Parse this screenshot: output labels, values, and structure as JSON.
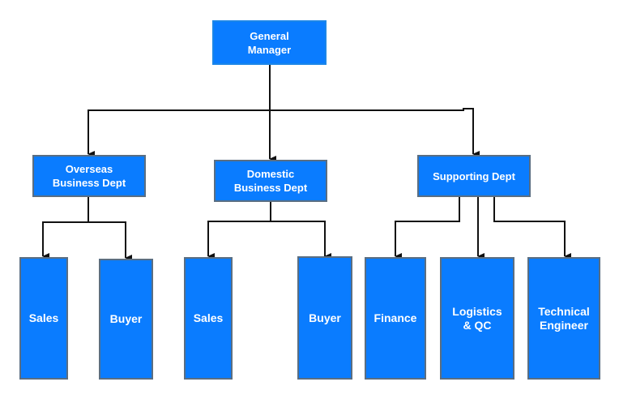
{
  "nodes": {
    "general_manager": "General\nManager",
    "overseas": "Overseas\nBusiness Dept",
    "domestic": "Domestic\nBusiness Dept",
    "supporting": "Supporting Dept",
    "overseas_sales": "Sales",
    "overseas_buyer": "Buyer",
    "domestic_sales": "Sales",
    "domestic_buyer": "Buyer",
    "finance": "Finance",
    "logistics": "Logistics\n& QC",
    "technical": "Technical\nEngineer"
  },
  "colors": {
    "box_fill": "#0a7cff",
    "box_border": "#5a6e82",
    "connector": "#111111"
  }
}
